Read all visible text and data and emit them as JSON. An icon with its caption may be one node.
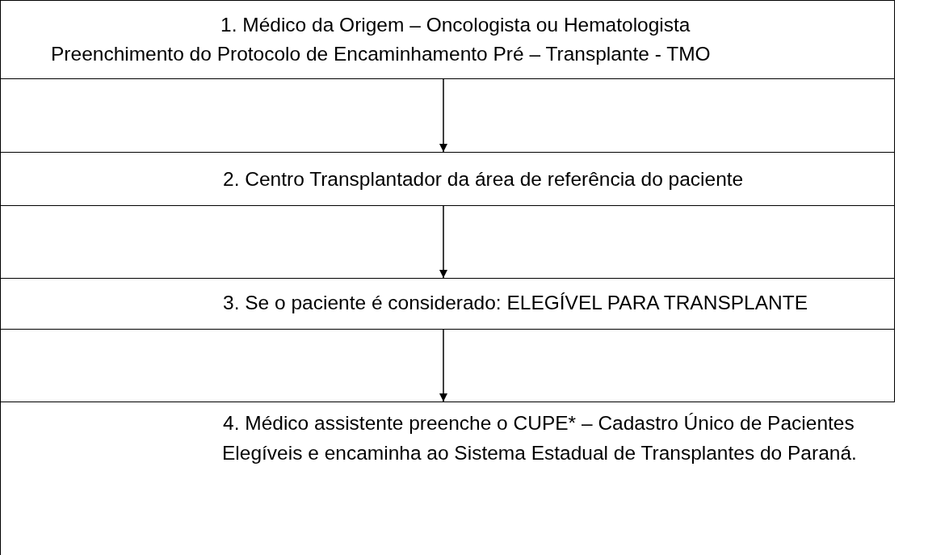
{
  "diagram": {
    "nodes": [
      {
        "text": [
          "1. Médico da Origem – Oncologista ou Hematologista",
          "Preenchimento do Protocolo de Encaminhamento Pré – Transplante - TMO"
        ]
      },
      {
        "text": [
          "2. Centro Transplantador da área de referência do paciente"
        ]
      },
      {
        "text": [
          "3. Se o paciente é considerado: ELEGÍVEL PARA TRANSPLANTE"
        ]
      },
      {
        "text": [
          "4. Médico assistente preenche o CUPE* – Cadastro Único de Pacientes Elegíveis e encaminha ao Sistema Estadual de Transplantes do Paraná."
        ]
      }
    ],
    "edges": [
      {
        "from": 0,
        "to": 1,
        "arrow": "to"
      },
      {
        "from": 1,
        "to": 2,
        "arrow": "to"
      },
      {
        "from": 2,
        "to": 3,
        "arrow": "to"
      }
    ]
  }
}
